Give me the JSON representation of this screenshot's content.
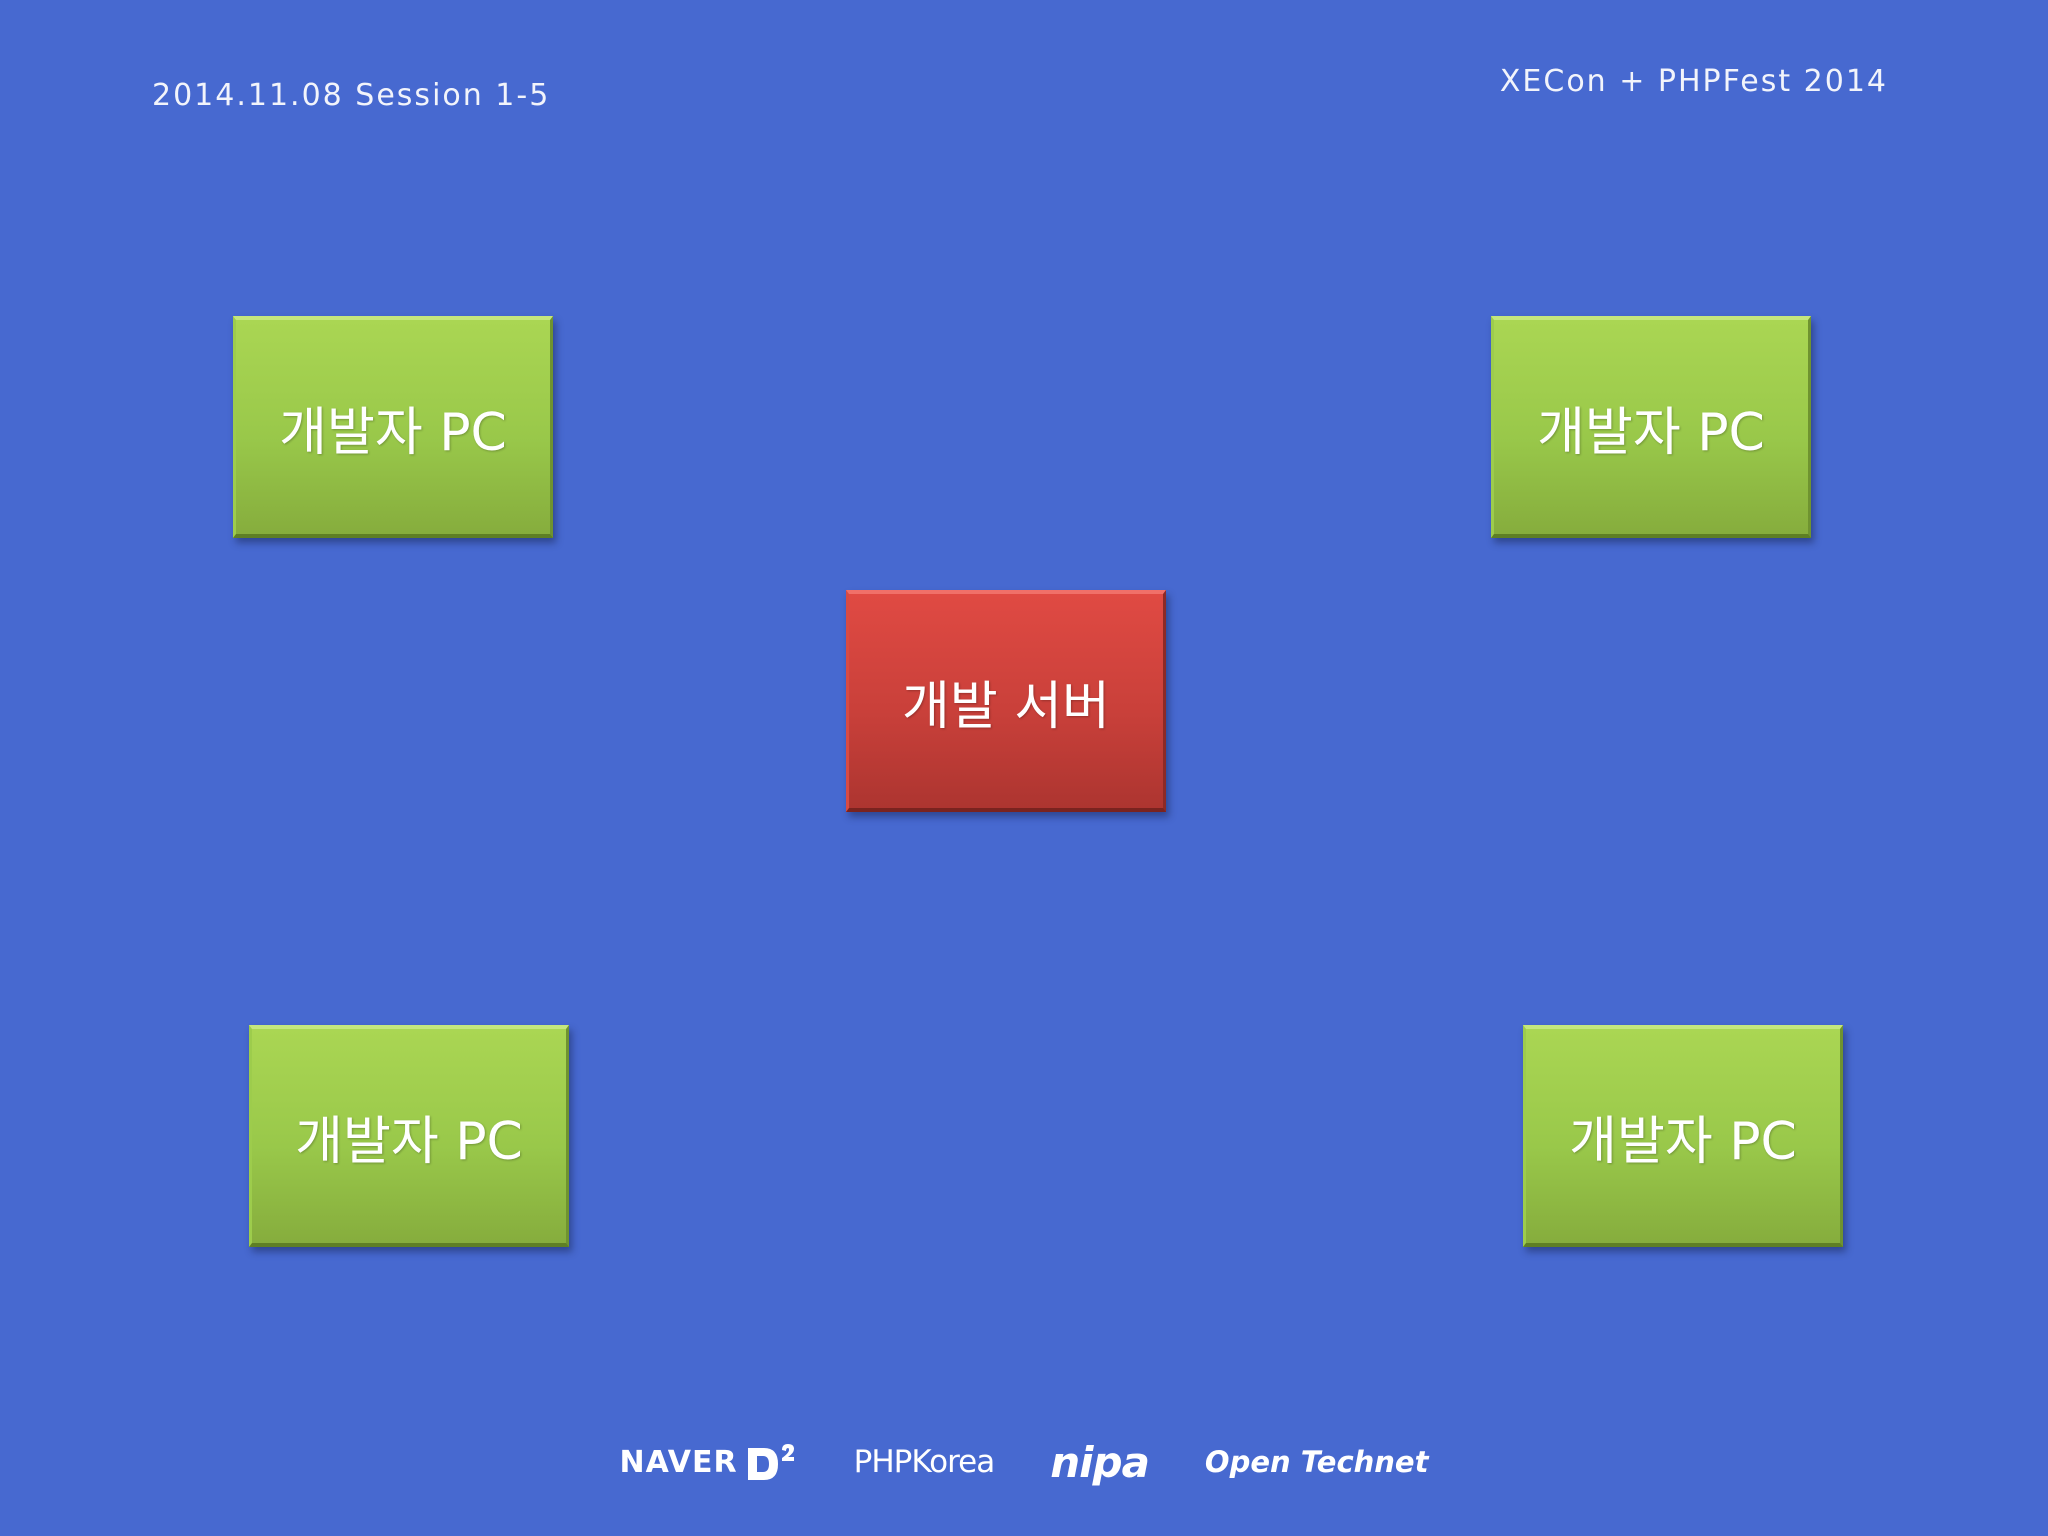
{
  "header": {
    "session": "2014.11.08 Session 1-5",
    "event": "XECon + PHPFest 2014"
  },
  "diagram": {
    "nodes": [
      {
        "id": "pc-top-left",
        "label": "개발자 PC",
        "color": "#9ACA4B"
      },
      {
        "id": "pc-top-right",
        "label": "개발자 PC",
        "color": "#9ACA4B"
      },
      {
        "id": "dev-server",
        "label": "개발 서버",
        "color": "#C9403A"
      },
      {
        "id": "pc-bottom-left",
        "label": "개발자 PC",
        "color": "#9ACA4B"
      },
      {
        "id": "pc-bottom-right",
        "label": "개발자 PC",
        "color": "#9ACA4B"
      }
    ]
  },
  "footer": {
    "logos": [
      {
        "name": "naver-d2-logo",
        "text": "NAVER"
      },
      {
        "name": "phpkorea-logo",
        "text": "PHPKorea"
      },
      {
        "name": "nipa-logo",
        "text": "nipa"
      },
      {
        "name": "open-technet-logo",
        "text": "Open Technet"
      }
    ]
  },
  "colors": {
    "background": "#4769D0",
    "pc_box": "#9ACA4B",
    "server_box": "#C9403A",
    "text": "#FFFFFF"
  }
}
